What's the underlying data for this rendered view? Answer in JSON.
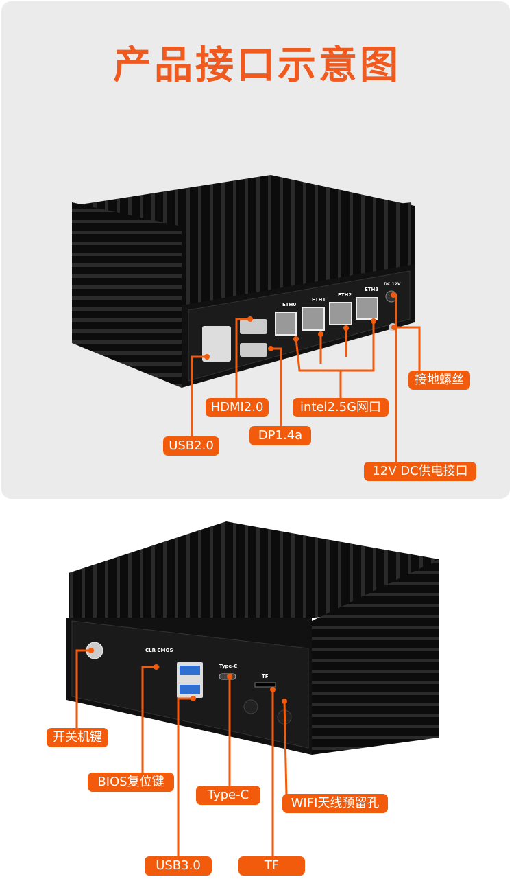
{
  "title": "产品接口示意图",
  "accent_color": "#f25a0c",
  "top_device": {
    "port_labels": [
      "ETH0",
      "ETH1",
      "ETH2",
      "ETH3",
      "DC 12V"
    ],
    "callouts": {
      "ground_screw": "接地螺丝",
      "hdmi": "HDMI2.0",
      "lan": "intel2.5G网口",
      "dp": "DP1.4a",
      "usb2": "USB2.0",
      "dc": "12V DC供电接口"
    }
  },
  "bottom_device": {
    "port_labels": [
      "CLR CMOS",
      "Type-C",
      "TF"
    ],
    "callouts": {
      "power": "开关机键",
      "bios": "BIOS复位键",
      "typec": "Type-C",
      "wifi": "WIFI天线预留孔",
      "usb3": "USB3.0",
      "tf": "TF"
    }
  }
}
